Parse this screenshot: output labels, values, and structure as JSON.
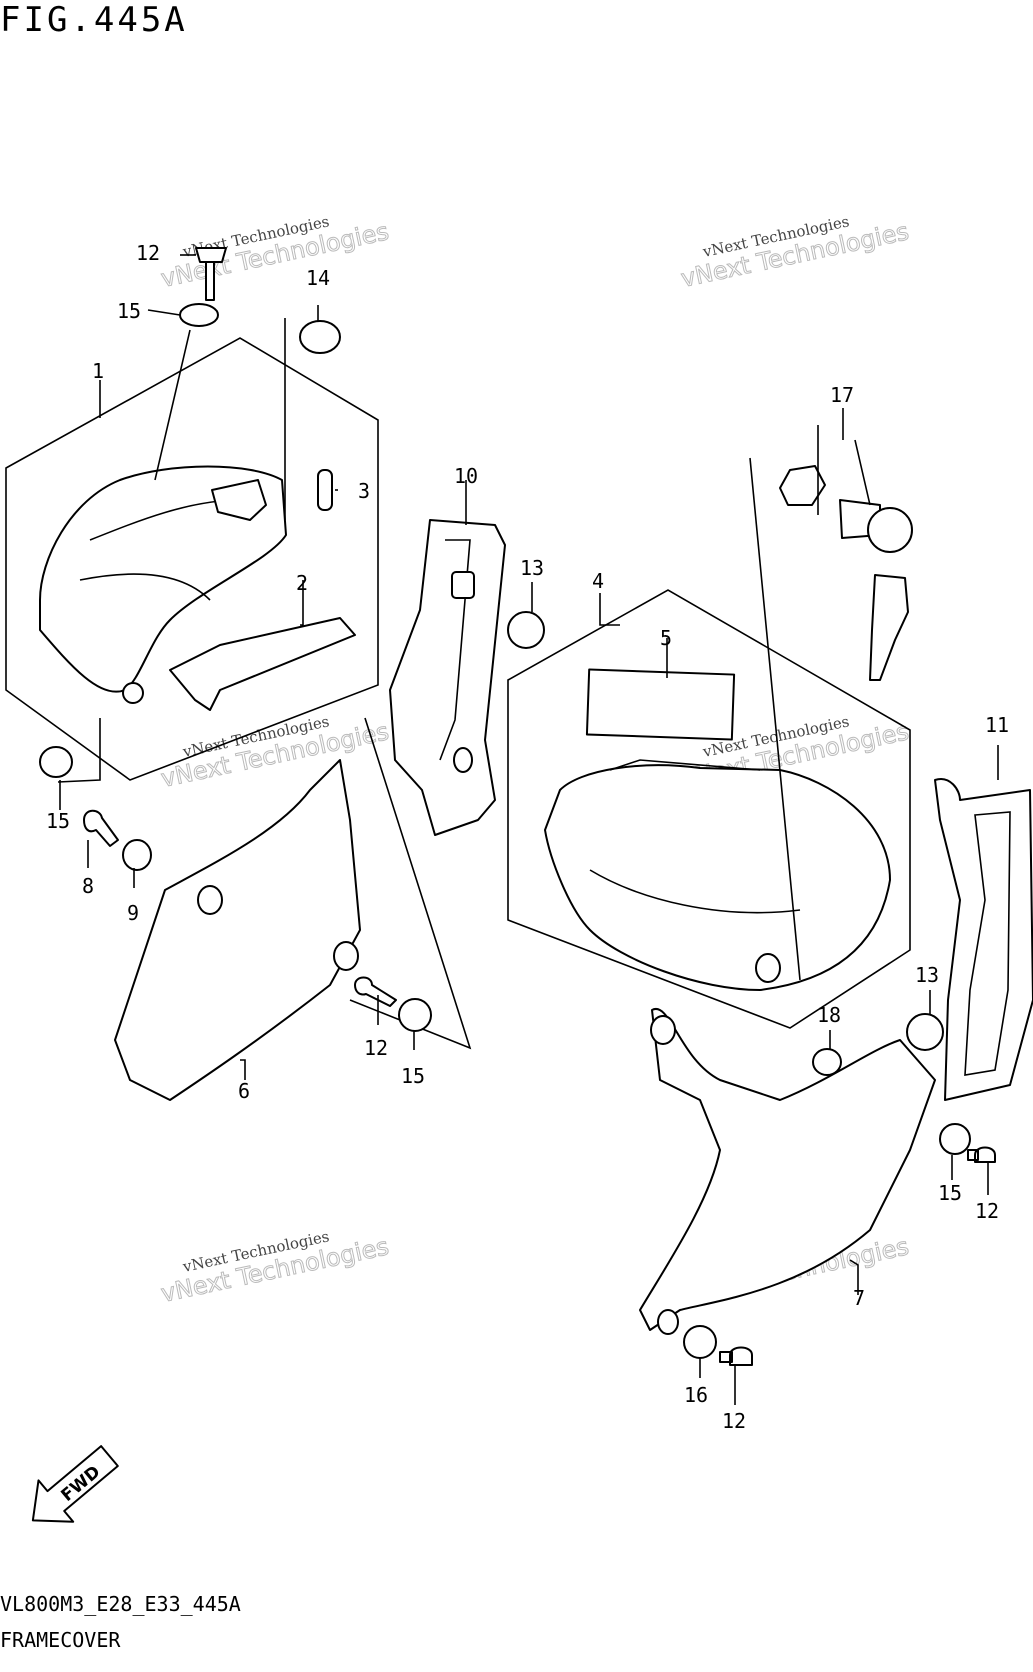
{
  "figure": {
    "title": "FIG.445A",
    "model_code": "VL800M3_E28_E33_445A",
    "section_name": "FRAMECOVER"
  },
  "fwd_label": "FWD",
  "watermark": {
    "line1": "vNext Technologies",
    "line2": "vNext Technologies"
  },
  "callouts": {
    "c1": "1",
    "c2": "2",
    "c3": "3",
    "c4": "4",
    "c5": "5",
    "c6": "6",
    "c7": "7",
    "c8": "8",
    "c9": "9",
    "c10": "10",
    "c11": "11",
    "c12a": "12",
    "c12b": "12",
    "c12c": "12",
    "c12d": "12",
    "c13a": "13",
    "c13b": "13",
    "c14": "14",
    "c15a": "15",
    "c15b": "15",
    "c15c": "15",
    "c15d": "15",
    "c16": "16",
    "c17": "17",
    "c18": "18"
  }
}
